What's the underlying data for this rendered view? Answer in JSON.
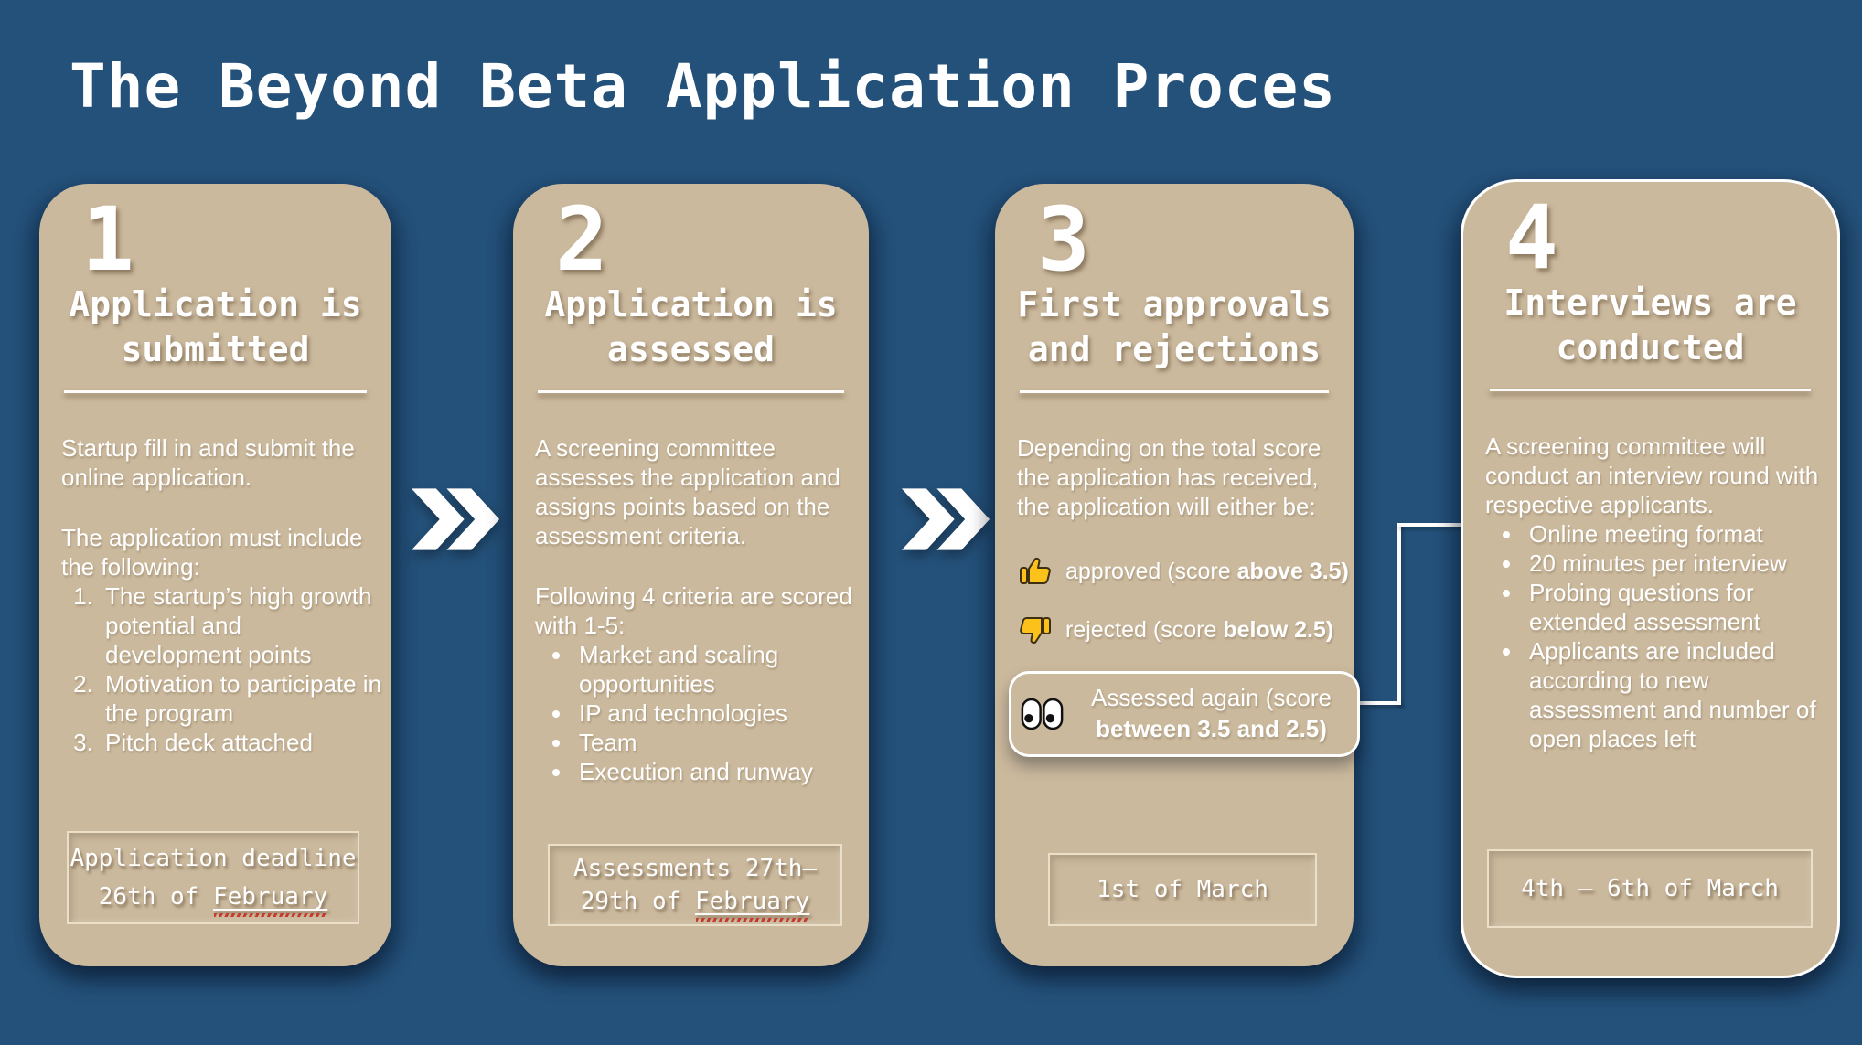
{
  "title": "The Beyond Beta Application Proces",
  "colors": {
    "background": "#24517A",
    "card": "#CBB99D",
    "text": "#FFFFFF",
    "squiggle_red": "#C53B2E",
    "emoji_gold": "#FCC21B"
  },
  "connectors": [
    {
      "name": "double-chevron-icon",
      "between": "step 1 and step 2"
    },
    {
      "name": "double-chevron-icon",
      "between": "step 2 and step 3"
    },
    {
      "name": "elbow-arrow-icon",
      "between": "assessed-again box and step 4"
    }
  ],
  "steps": [
    {
      "number": "1",
      "heading": "Application is submitted",
      "paragraphs": [
        "Startup fill in and submit the online application.",
        "The application must include the following:"
      ],
      "list": {
        "type": "ordered",
        "items": [
          "The startup’s high growth potential and development points",
          "Motivation to participate in the program",
          "Pitch deck attached"
        ]
      },
      "deadline": {
        "lines": [
          {
            "text": "Application deadline"
          },
          {
            "pre": "26th of ",
            "squiggle": "February"
          }
        ]
      }
    },
    {
      "number": "2",
      "heading": "Application is assessed",
      "paragraphs": [
        "A screening committee assesses the application and assigns points based on the assessment criteria.",
        "Following 4 criteria are scored with 1-5:"
      ],
      "list": {
        "type": "unordered",
        "items": [
          "Market and scaling opportunities",
          "IP and technologies",
          "Team",
          "Execution and runway"
        ]
      },
      "deadline": {
        "lines": [
          {
            "text": "Assessments 27th–"
          },
          {
            "pre": "29th of ",
            "squiggle": "February"
          }
        ]
      }
    },
    {
      "number": "3",
      "heading": "First approvals and rejections",
      "paragraphs": [
        "Depending on the total score the application has received, the application will either be:"
      ],
      "outcomes": [
        {
          "name": "outcome-approved",
          "icon": "thumbs-up-icon",
          "text": "approved (score ",
          "bold": "above 3.5)"
        },
        {
          "name": "outcome-rejected",
          "icon": "thumbs-down-icon",
          "text": "rejected (score ",
          "bold": "below 2.5)"
        },
        {
          "name": "outcome-assessed-again",
          "icon": "eyes-icon",
          "text": "Assessed again (score ",
          "bold": "between 3.5 and 2.5)",
          "boxed": true
        }
      ],
      "deadline": {
        "lines": [
          {
            "text": "1st of March"
          }
        ]
      }
    },
    {
      "number": "4",
      "heading": "Interviews are conducted",
      "outlined": true,
      "paragraphs": [
        "A screening committee will conduct an interview round with respective applicants."
      ],
      "list": {
        "type": "unordered",
        "items": [
          "Online meeting format",
          "20 minutes per interview",
          "Probing questions for extended assessment",
          "Applicants are included according to new assessment and number of open places left"
        ]
      },
      "deadline": {
        "lines": [
          {
            "text": "4th – 6th of March"
          }
        ]
      }
    }
  ]
}
